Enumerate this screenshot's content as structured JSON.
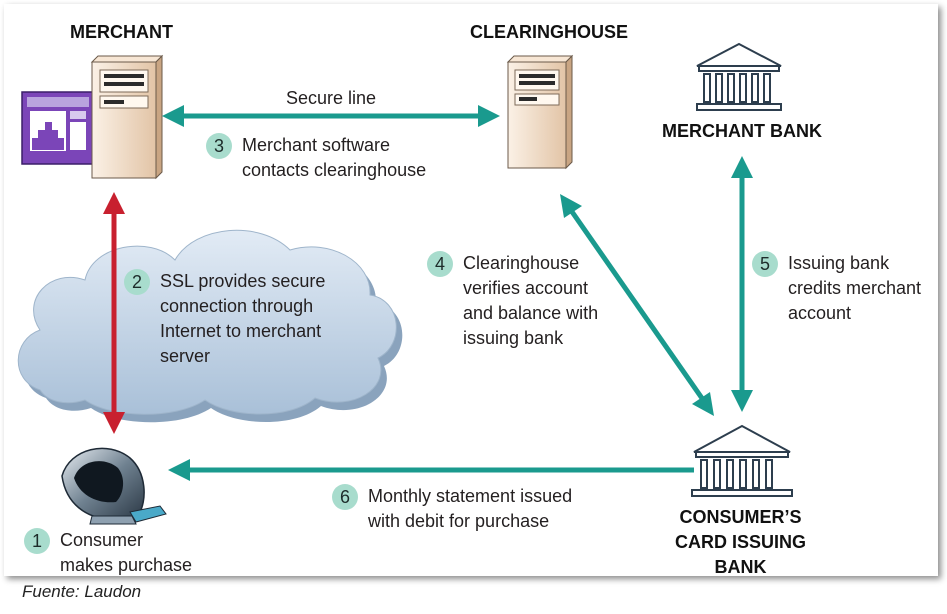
{
  "titles": {
    "merchant": "MERCHANT",
    "clearinghouse": "CLEARINGHOUSE",
    "merchant_bank": "MERCHANT BANK",
    "issuing_bank": "CONSUMER’S\nCARD ISSUING\nBANK"
  },
  "labels": {
    "secure_line": "Secure line"
  },
  "steps": [
    {
      "num": "1",
      "text": "Consumer\nmakes purchase"
    },
    {
      "num": "2",
      "text": "SSL provides secure\nconnection through\nInternet to merchant\nserver"
    },
    {
      "num": "3",
      "text": "Merchant software\ncontacts clearinghouse"
    },
    {
      "num": "4",
      "text": "Clearinghouse\nverifies account\nand balance with\nissuing bank"
    },
    {
      "num": "5",
      "text": "Issuing bank\ncredits merchant\naccount"
    },
    {
      "num": "6",
      "text": "Monthly statement issued\nwith debit for purchase"
    }
  ],
  "caption": "Fuente: Laudon",
  "colors": {
    "teal_arrow": "#1a9a8e",
    "red_arrow": "#c8202f",
    "step_circle": "#a8dccd",
    "cloud": "#c9d9ea",
    "server": "#f1dcc5",
    "monitor": "#7b45b8"
  },
  "icons": [
    "server-icon",
    "web-page-icon",
    "cloud-icon",
    "bank-icon",
    "computer-icon"
  ]
}
